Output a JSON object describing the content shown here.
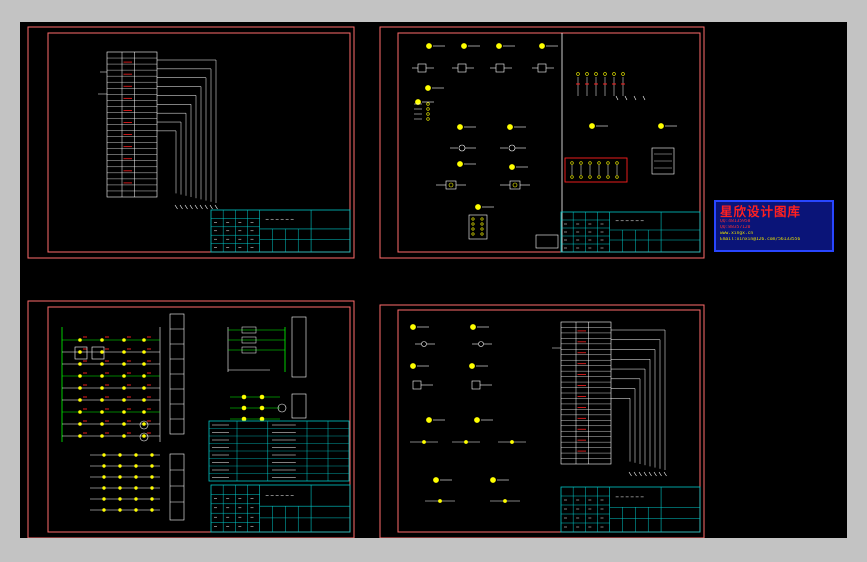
{
  "sheets": [
    {
      "id": "top-left"
    },
    {
      "id": "top-right"
    },
    {
      "id": "bottom-left"
    },
    {
      "id": "bottom-right"
    }
  ],
  "watermark": {
    "title": "星欣设计图库",
    "line1": "QQ:48135958",
    "line2": "QQ:88357120",
    "line3": "www.xingx.cn",
    "line4": "Email:xinxin@126.com/56133556"
  },
  "colors": {
    "background": "#c3c3c3",
    "model_space": "#000000",
    "sheet_border": "#ff6b6b",
    "title_block": "#00c8c8",
    "wiring": "#ffffff",
    "symbols": "#ffff00",
    "labels": "#ff2020",
    "ground_lines": "#00ff00"
  }
}
